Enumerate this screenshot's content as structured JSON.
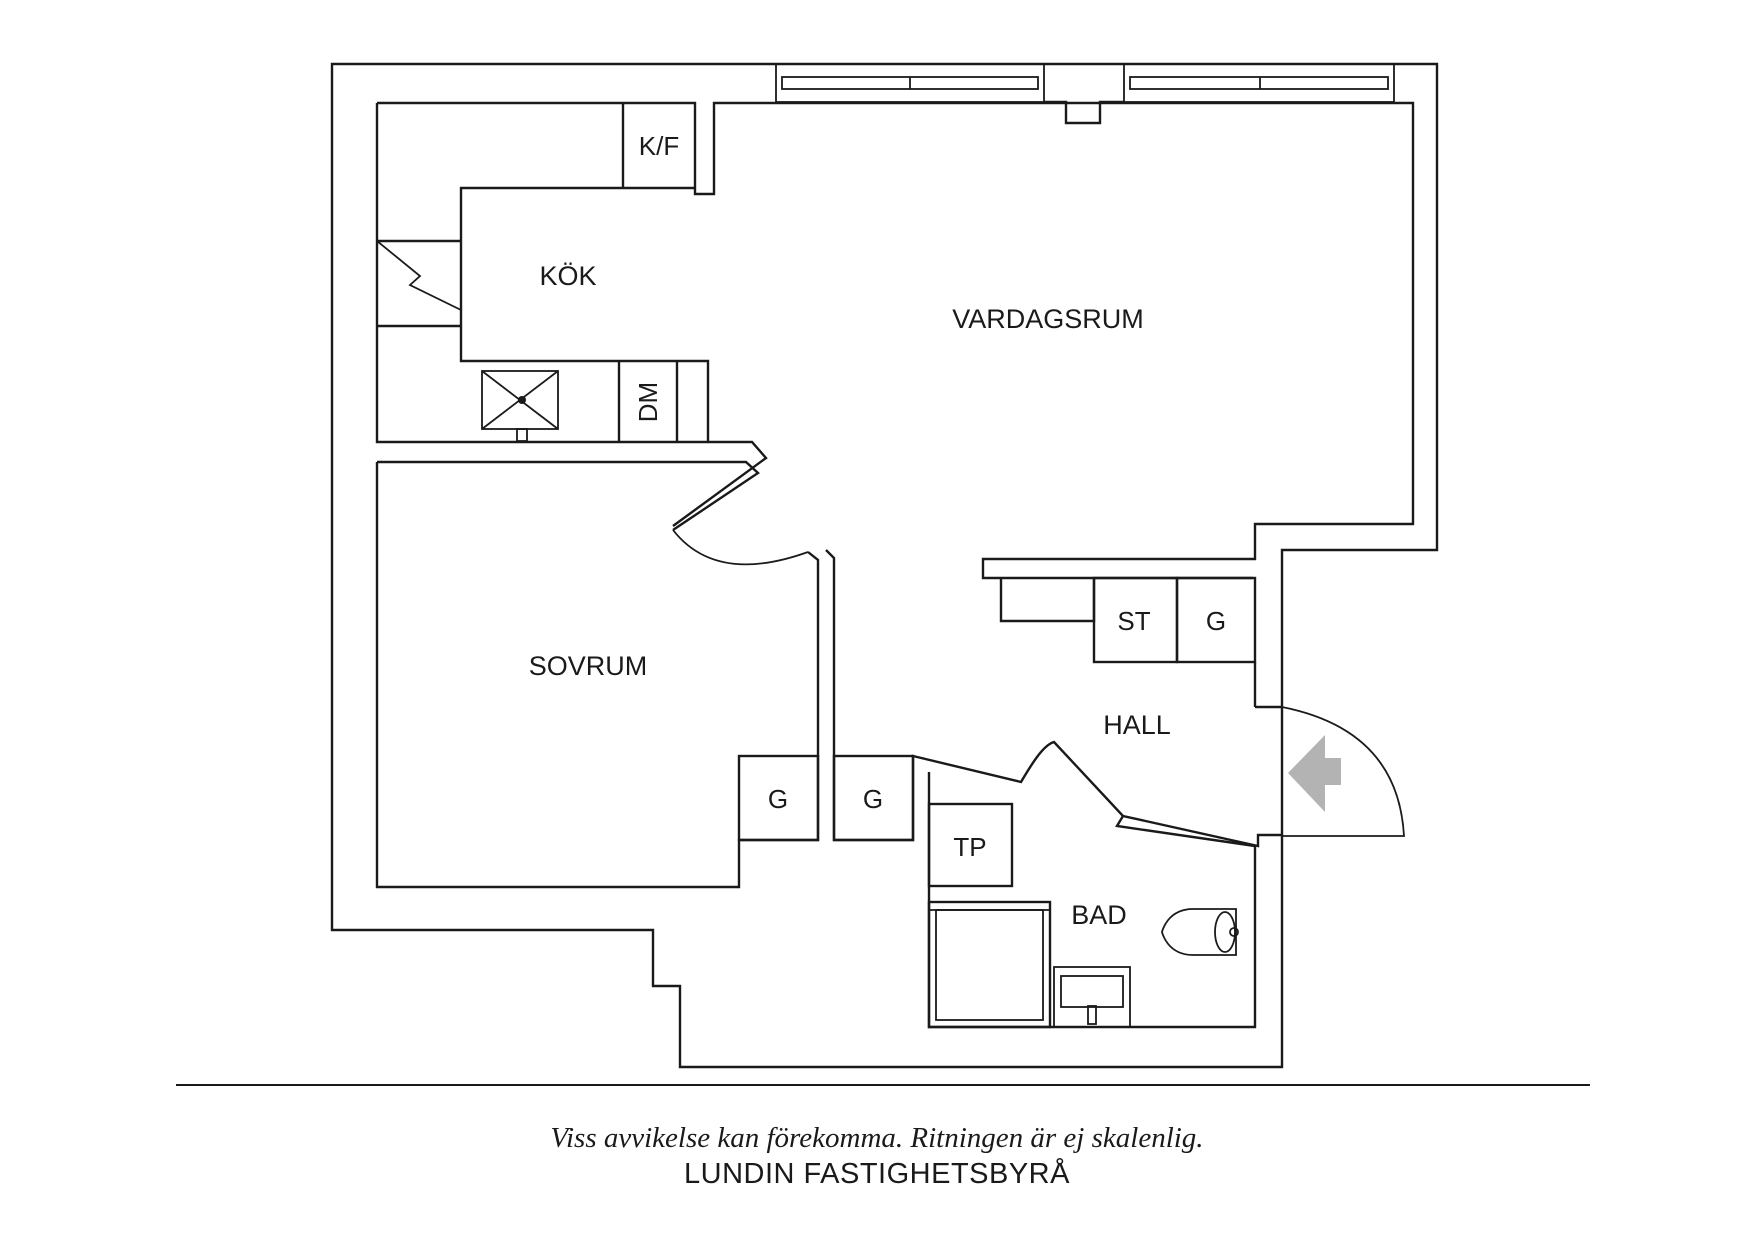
{
  "rooms": {
    "kitchen": "KÖK",
    "living_room": "VARDAGSRUM",
    "bedroom": "SOVRUM",
    "hall": "HALL",
    "bathroom": "BAD"
  },
  "fixtures": {
    "fridge_freezer": "K/F",
    "dishwasher": "DM",
    "wardrobe_bedroom": "G",
    "wardrobe_hall_left": "G",
    "wardrobe_hall_right": "G",
    "storage": "ST",
    "washer_dryer": "TP"
  },
  "footer": {
    "disclaimer": "Viss avvikelse kan förekomma. Ritningen är ej skalenlig.",
    "company": "LUNDIN FASTIGHETSBYRÅ"
  },
  "colors": {
    "line": "#1a1a1a",
    "entrance_arrow": "#b3b3b3",
    "background": "#ffffff"
  }
}
